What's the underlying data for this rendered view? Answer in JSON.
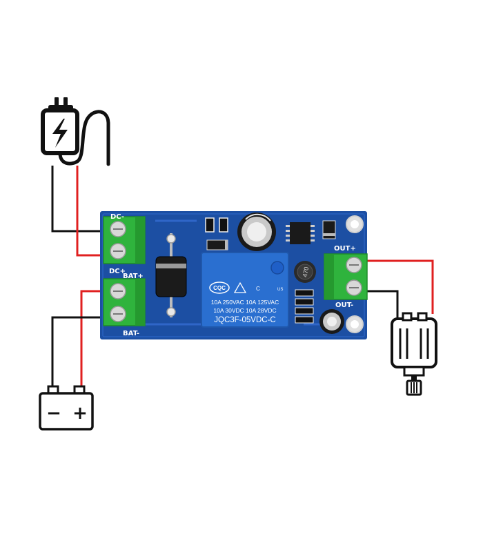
{
  "board": {
    "labels": {
      "dc_minus": "DC-",
      "dc_plus": "DC+",
      "bat_plus": "BAT+",
      "bat_minus": "BAT-",
      "out_plus": "OUT+",
      "out_minus": "OUT-"
    },
    "relay": {
      "logo": "CQC",
      "mark_c": "C",
      "mark_us": "US",
      "line1": "10A 250VAC  10A 125VAC",
      "line2": "10A  30VDC  10A  28VDC",
      "model": "JQC3F-05VDC-C"
    },
    "inductor_label": "470",
    "colors": {
      "pcb": "#1c4fa3",
      "terminal": "#2fb33d",
      "relay": "#2a6fd0",
      "wire_red": "#e02020",
      "wire_black": "#111111"
    }
  },
  "icons": {
    "power_source": "charger-plug-icon",
    "battery": "battery-icon",
    "load": "dc-motor-icon",
    "battery_minus": "−",
    "battery_plus": "+"
  }
}
